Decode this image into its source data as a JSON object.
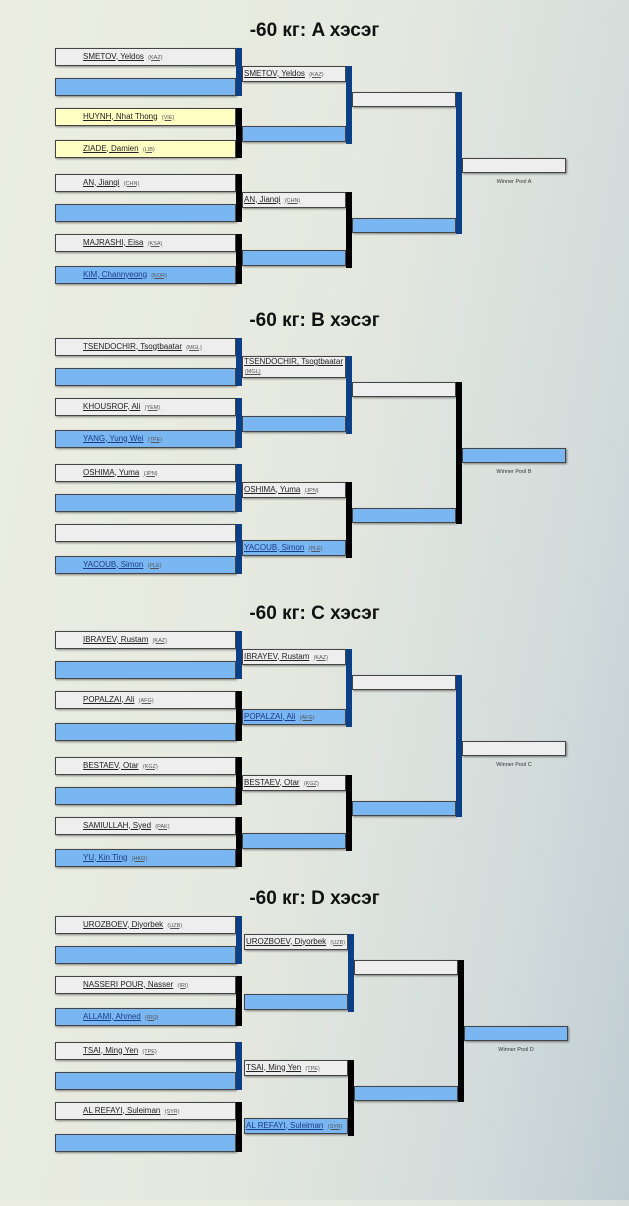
{
  "pools": [
    {
      "title": "-60 кг: A хэсэг",
      "winner_label": "Winner Pool A",
      "connectors": {
        "r1": [
          "blue",
          "black",
          "black",
          "black"
        ],
        "r2": [
          "blue",
          "black"
        ],
        "r3": [
          "blue"
        ]
      },
      "r1": [
        {
          "name": "SMETOV, Yeldos",
          "country": "(KAZ)",
          "flag": "flag-kaz",
          "fill": "white"
        },
        {
          "name": "",
          "country": "",
          "flag": "",
          "fill": "blue"
        },
        {
          "name": "HUYNH, Nhat Thong",
          "country": "(VIE)",
          "flag": "flag-vie",
          "fill": "yellow"
        },
        {
          "name": "ZIADE, Damien",
          "country": "(LIB)",
          "flag": "flag-lib",
          "fill": "yellow"
        },
        {
          "name": "AN, Jianqi",
          "country": "(CHN)",
          "flag": "flag-chn",
          "fill": "white"
        },
        {
          "name": "",
          "country": "",
          "flag": "",
          "fill": "blue"
        },
        {
          "name": "MAJRASHI, Eisa",
          "country": "(KSA)",
          "flag": "flag-ksa",
          "fill": "white"
        },
        {
          "name": "KIM, Channyeong",
          "country": "(KOR)",
          "flag": "flag-kor",
          "fill": "blue"
        }
      ],
      "r2": [
        {
          "name": "SMETOV, Yeldos",
          "country": "(KAZ)",
          "fill": "white"
        },
        {
          "name": "",
          "country": "",
          "fill": "blue"
        },
        {
          "name": "AN, Jianqi",
          "country": "(CHN)",
          "fill": "white"
        },
        {
          "name": "",
          "country": "",
          "fill": "blue"
        }
      ],
      "r3": [
        {
          "name": "",
          "country": "",
          "fill": "white"
        },
        {
          "name": "",
          "country": "",
          "fill": "blue"
        }
      ],
      "winner": {
        "name": "",
        "country": "",
        "fill": "white"
      }
    },
    {
      "title": "-60 кг: B хэсэг",
      "winner_label": "Winner Pool B",
      "connectors": {
        "r1": [
          "blue",
          "blue",
          "blue",
          "blue"
        ],
        "r2": [
          "blue",
          "black"
        ],
        "r3": [
          "black"
        ]
      },
      "r1": [
        {
          "name": "TSENDOCHIR, Tsogtbaatar",
          "country": "(MGL)",
          "flag": "flag-mgl",
          "fill": "white"
        },
        {
          "name": "",
          "country": "",
          "flag": "",
          "fill": "blue"
        },
        {
          "name": "KHOUSROF, Ali",
          "country": "(YEM)",
          "flag": "flag-yem",
          "fill": "white"
        },
        {
          "name": "YANG, Yung Wei",
          "country": "(TPE)",
          "flag": "flag-tpe",
          "fill": "blue"
        },
        {
          "name": "OSHIMA, Yuma",
          "country": "(JPN)",
          "flag": "flag-jpn",
          "fill": "white"
        },
        {
          "name": "",
          "country": "",
          "flag": "",
          "fill": "blue"
        },
        {
          "name": "",
          "country": "",
          "flag": "",
          "fill": "white"
        },
        {
          "name": "YACOUB, Simon",
          "country": "(PLE)",
          "flag": "flag-ple",
          "fill": "blue"
        }
      ],
      "r2": [
        {
          "name": "TSENDOCHIR, Tsogtbaatar",
          "country": "(MGL)",
          "fill": "white"
        },
        {
          "name": "",
          "country": "",
          "fill": "blue"
        },
        {
          "name": "OSHIMA, Yuma",
          "country": "(JPN)",
          "fill": "white"
        },
        {
          "name": "YACOUB, Simon",
          "country": "(PLE)",
          "fill": "blue"
        }
      ],
      "r3": [
        {
          "name": "",
          "country": "",
          "fill": "white"
        },
        {
          "name": "",
          "country": "",
          "fill": "blue"
        }
      ],
      "winner": {
        "name": "",
        "country": "",
        "fill": "blue"
      }
    },
    {
      "title": "-60 кг: C хэсэг",
      "winner_label": "Winner Pool C",
      "connectors": {
        "r1": [
          "blue",
          "black",
          "black",
          "black"
        ],
        "r2": [
          "blue",
          "black"
        ],
        "r3": [
          "blue"
        ]
      },
      "r1": [
        {
          "name": "IBRAYEV, Rustam",
          "country": "(KAZ)",
          "flag": "flag-kaz",
          "fill": "white"
        },
        {
          "name": "",
          "country": "",
          "flag": "",
          "fill": "blue"
        },
        {
          "name": "POPALZAI, Ali",
          "country": "(AFG)",
          "flag": "flag-afg",
          "fill": "white"
        },
        {
          "name": "",
          "country": "",
          "flag": "",
          "fill": "blue"
        },
        {
          "name": "BESTAEV, Otar",
          "country": "(KGZ)",
          "flag": "flag-kgz",
          "fill": "white"
        },
        {
          "name": "",
          "country": "",
          "flag": "",
          "fill": "blue"
        },
        {
          "name": "SAMIULLAH, Syed",
          "country": "(PAK)",
          "flag": "flag-pak",
          "fill": "white"
        },
        {
          "name": "YU, Kin Ting",
          "country": "(HKG)",
          "flag": "flag-hkg",
          "fill": "blue"
        }
      ],
      "r2": [
        {
          "name": "IBRAYEV, Rustam",
          "country": "(KAZ)",
          "fill": "white"
        },
        {
          "name": "POPALZAI, Ali",
          "country": "(AFG)",
          "fill": "blue"
        },
        {
          "name": "BESTAEV, Otar",
          "country": "(KGZ)",
          "fill": "white"
        },
        {
          "name": "",
          "country": "",
          "fill": "blue"
        }
      ],
      "r3": [
        {
          "name": "",
          "country": "",
          "fill": "white"
        },
        {
          "name": "",
          "country": "",
          "fill": "blue"
        }
      ],
      "winner": {
        "name": "",
        "country": "",
        "fill": "white"
      }
    },
    {
      "title": "-60 кг: D хэсэг",
      "winner_label": "Winner Pool D",
      "connectors": {
        "r1": [
          "blue",
          "black",
          "blue",
          "black"
        ],
        "r2": [
          "blue",
          "black"
        ],
        "r3": [
          "black"
        ]
      },
      "r1": [
        {
          "name": "UROZBOEV, Diyorbek",
          "country": "(UZB)",
          "flag": "flag-uzb",
          "fill": "white"
        },
        {
          "name": "",
          "country": "",
          "flag": "",
          "fill": "blue"
        },
        {
          "name": "NASSERI POUR, Nasser",
          "country": "(IRI)",
          "flag": "flag-iri",
          "fill": "white"
        },
        {
          "name": "ALLAMI, Ahmed",
          "country": "(IRQ)",
          "flag": "flag-irq",
          "fill": "blue"
        },
        {
          "name": "TSAI, Ming Yen",
          "country": "(TPE)",
          "flag": "flag-tpe",
          "fill": "white"
        },
        {
          "name": "",
          "country": "",
          "flag": "",
          "fill": "blue"
        },
        {
          "name": "AL REFAYI, Suleiman",
          "country": "(SYR)",
          "flag": "flag-syr",
          "fill": "white"
        },
        {
          "name": "",
          "country": "",
          "flag": "",
          "fill": "blue"
        }
      ],
      "r2": [
        {
          "name": "UROZBOEV, Diyorbek",
          "country": "(UZB)",
          "fill": "white"
        },
        {
          "name": "",
          "country": "",
          "fill": "blue"
        },
        {
          "name": "TSAI, Ming Yen",
          "country": "(TPE)",
          "fill": "white"
        },
        {
          "name": "AL REFAYI, Suleiman",
          "country": "(SYR)",
          "fill": "blue"
        }
      ],
      "r3": [
        {
          "name": "",
          "country": "",
          "fill": "white"
        },
        {
          "name": "",
          "country": "",
          "fill": "blue"
        }
      ],
      "winner": {
        "name": "",
        "country": "",
        "fill": "blue"
      }
    }
  ]
}
